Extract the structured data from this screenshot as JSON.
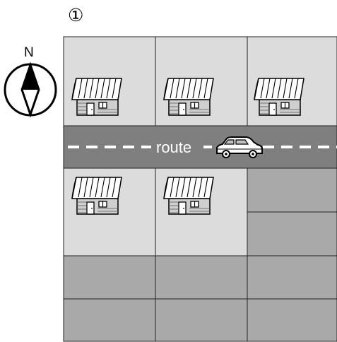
{
  "figure": {
    "number_label": "①",
    "compass_label": "N",
    "road_label": "route"
  },
  "map": {
    "columns": 3,
    "rows": 4,
    "blocks": [
      {
        "name": "block-r1-c1",
        "type": "house-lot"
      },
      {
        "name": "block-r1-c2",
        "type": "house-lot"
      },
      {
        "name": "block-r1-c3",
        "type": "house-lot"
      },
      {
        "name": "block-r2-c1",
        "type": "house-lot"
      },
      {
        "name": "block-r2-c2",
        "type": "house-lot"
      },
      {
        "name": "block-r2-c3",
        "type": "empty-lot"
      },
      {
        "name": "block-r3-c1",
        "type": "empty-lot"
      },
      {
        "name": "block-r3-c2",
        "type": "empty-lot"
      },
      {
        "name": "block-r3-c3",
        "type": "empty-lot"
      },
      {
        "name": "block-r4-c1",
        "type": "empty-lot"
      },
      {
        "name": "block-r4-c2",
        "type": "empty-lot"
      },
      {
        "name": "block-r4-c3",
        "type": "empty-lot"
      }
    ],
    "road": {
      "direction": "east-west",
      "icon": "car-icon"
    }
  },
  "colors": {
    "house_lot": "#dcdcdc",
    "empty_lot": "#a9a9a9",
    "road": "#7f7f7f",
    "road_dash": "#ffffff",
    "outline": "#222222",
    "house_roof": "#ffffff",
    "house_wall": "#cfcfcf"
  }
}
